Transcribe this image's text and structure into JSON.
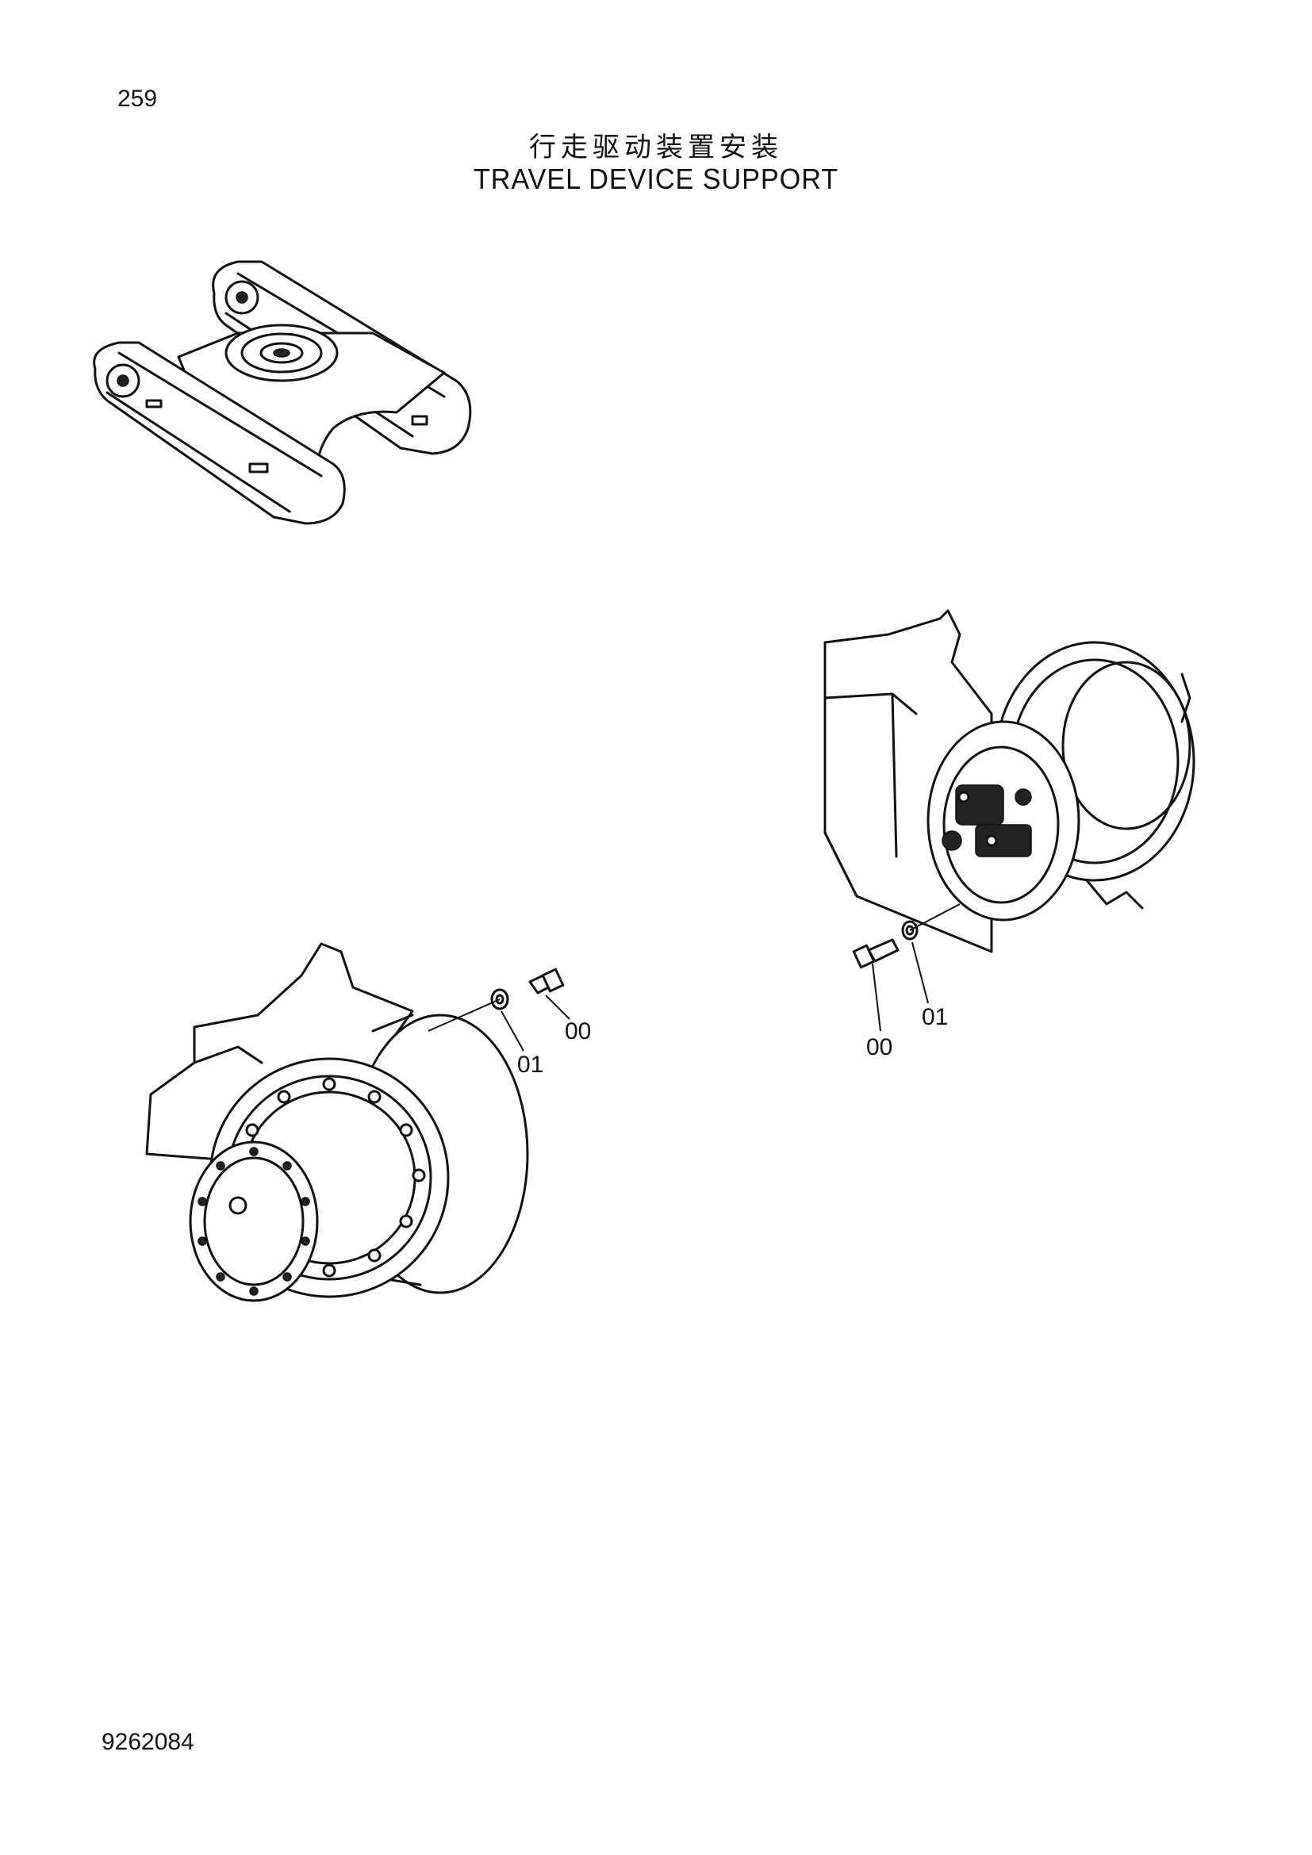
{
  "header": {
    "page_number": "259",
    "title_cn": "行走驱动装置安装",
    "title_en": "TRAVEL DEVICE SUPPORT"
  },
  "footer": {
    "doc_number": "9262084"
  },
  "diagram": {
    "views": [
      {
        "name": "undercarriage-overview"
      },
      {
        "name": "travel-motor-left-view",
        "callouts": [
          "01",
          "00"
        ]
      },
      {
        "name": "travel-motor-right-view",
        "callouts": [
          "01",
          "00"
        ]
      }
    ]
  },
  "callouts": {
    "left": {
      "washer": "01",
      "bolt": "00"
    },
    "right": {
      "washer": "01",
      "bolt": "00"
    }
  }
}
